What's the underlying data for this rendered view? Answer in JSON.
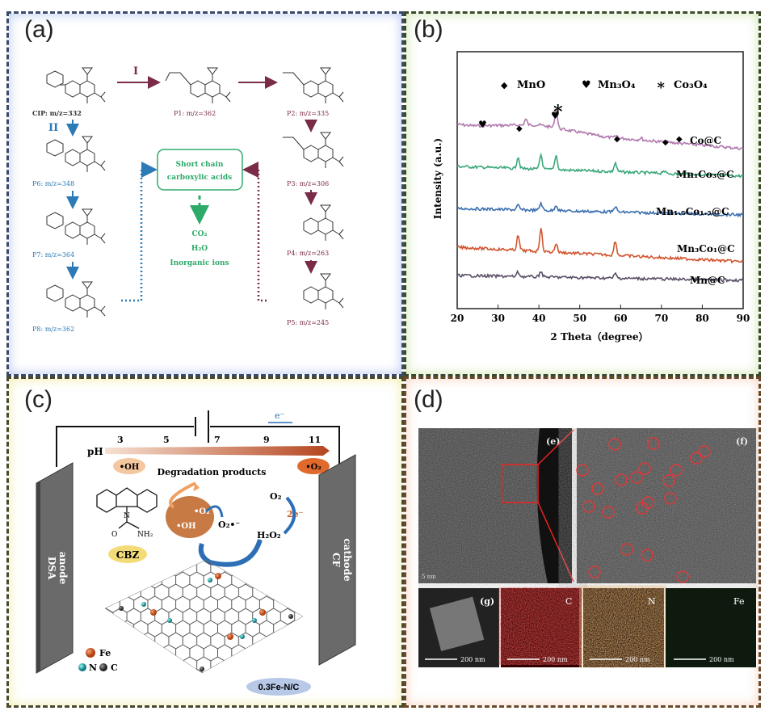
{
  "panel_a": {
    "label": "(a)",
    "path1_label": "I",
    "path2_label": "II",
    "compounds": {
      "cip": "CIP: m/z=332",
      "p1": "P1: m/z=362",
      "p2": "P2: m/z=335",
      "p3": "P3: m/z=306",
      "p4": "P4: m/z=263",
      "p5": "P5: m/z=245",
      "p6": "P6: m/z=348",
      "p7": "P7: m/z=364",
      "p8": "P8: m/z=362"
    },
    "box_line1": "Short chain",
    "box_line2": "carboxylic acids",
    "products": [
      "CO₂",
      "H₂O",
      "Inorganic ions"
    ],
    "colors": {
      "path1": "#7a2b48",
      "path2": "#2c7bb6",
      "box": "#2eaa6a"
    }
  },
  "panel_b": {
    "label": "(b)",
    "legend": [
      {
        "symbol": "◆",
        "name": "MnO"
      },
      {
        "symbol": "♥",
        "name": "Mn₃O₄"
      },
      {
        "symbol": "∗",
        "name": "Co₃O₄"
      }
    ],
    "ylabel": "Intensity (a.u.)",
    "xlabel": "2 Theta（degree）",
    "xticks": [
      "20",
      "30",
      "40",
      "50",
      "60",
      "70",
      "80",
      "90"
    ],
    "series_labels": [
      "Co@C",
      "Mn₁Co₃@C",
      "Mn₁.₅Co₁.₅@C",
      "Mn₃Co₁@C",
      "Mn@C"
    ]
  },
  "chart_data": {
    "type": "line",
    "xlabel": "2 Theta（degree）",
    "ylabel": "Intensity (a.u.)",
    "xlim": [
      20,
      90
    ],
    "grid": false,
    "series": [
      {
        "name": "Co@C",
        "color": "#b07aae",
        "peaks": [
          [
            36.8,
            0.4
          ],
          [
            44.2,
            1.3
          ],
          [
            59.0,
            0.15
          ],
          [
            65.0,
            0.15
          ]
        ]
      },
      {
        "name": "Mn₁Co₃@C",
        "color": "#3aa87a",
        "peaks": [
          [
            34.9,
            0.8
          ],
          [
            40.5,
            1.0
          ],
          [
            44.2,
            1.0
          ],
          [
            58.7,
            0.6
          ],
          [
            70.5,
            0.2
          ]
        ]
      },
      {
        "name": "Mn₁.₅Co₁.₅@C",
        "color": "#3b6fb0",
        "peaks": [
          [
            34.9,
            0.3
          ],
          [
            40.5,
            0.5
          ],
          [
            44.2,
            0.4
          ],
          [
            58.7,
            0.4
          ]
        ]
      },
      {
        "name": "Mn₃Co₁@C",
        "color": "#d2552e",
        "peaks": [
          [
            34.9,
            1.0
          ],
          [
            40.5,
            1.6
          ],
          [
            44.2,
            0.6
          ],
          [
            58.7,
            1.0
          ]
        ]
      },
      {
        "name": "Mn@C",
        "color": "#5a4f66",
        "peaks": [
          [
            34.9,
            0.3
          ],
          [
            40.5,
            0.4
          ],
          [
            58.7,
            0.3
          ]
        ]
      }
    ]
  },
  "panel_c": {
    "label": "(c)",
    "ph_label": "pH",
    "ph_ticks": [
      "3",
      "5",
      "7",
      "9",
      "11"
    ],
    "electron": "e⁻",
    "oh_left": "•OH",
    "o2_right": "•O₂",
    "degradation": "Degradation products",
    "anode": [
      "DSA",
      "anode"
    ],
    "cathode": [
      "CF",
      "cathode"
    ],
    "cbz": "CBZ",
    "catalyst": "0.3Fe-N/C",
    "legend_fe": "Fe",
    "legend_n": "N",
    "legend_c": "C",
    "o2": "O₂",
    "two_e": "2e⁻",
    "h2o2": "H₂O₂",
    "o2_radical_anion": "O₂•⁻",
    "chem_o": "O",
    "chem_n": "N",
    "chem_nh2": "NH₂"
  },
  "panel_d": {
    "label": "(d)",
    "tags": [
      "(e)",
      "(f)",
      "(g)"
    ],
    "eds": [
      "C",
      "N",
      "Fe"
    ],
    "scale": "200 nm",
    "scale_main": "5 nm"
  }
}
